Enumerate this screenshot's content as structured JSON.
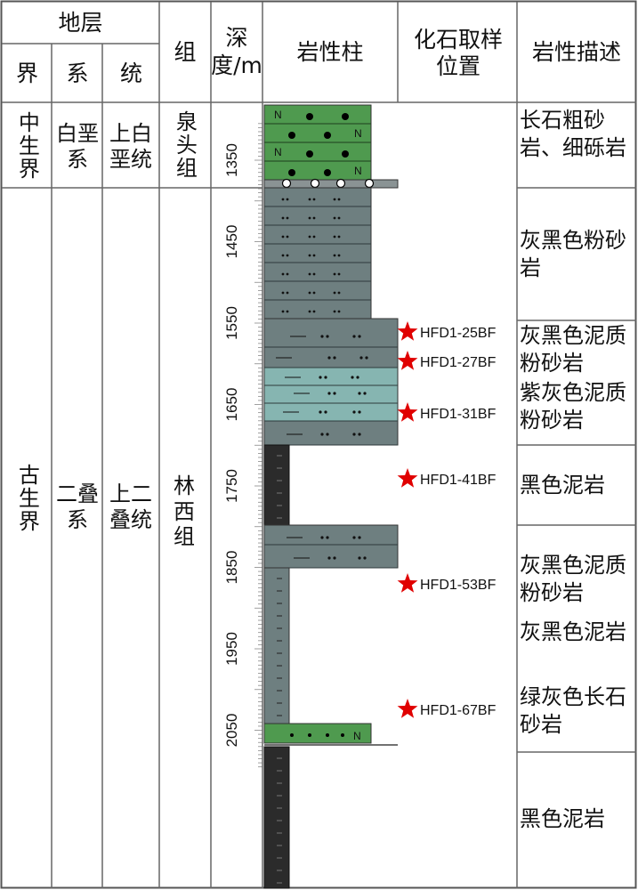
{
  "headers": {
    "stratum": "地层",
    "erathem": "界",
    "system": "系",
    "series": "统",
    "formation": "组",
    "depth": "深度/m",
    "column": "岩性柱",
    "sampling": "化石取样位置",
    "description": "岩性描述"
  },
  "strata": {
    "erathem_1": "中生界",
    "erathem_2": "古生界",
    "system_1": "白垩系",
    "system_2": "二叠系",
    "series_1": "上白垩统",
    "series_2": "上二叠统",
    "formation_1": "泉头组",
    "formation_2": "林西组"
  },
  "depth_ticks": [
    "1350",
    "1450",
    "1550",
    "1650",
    "1750",
    "1850",
    "1950",
    "2050"
  ],
  "samples": [
    {
      "label": "HFD1-25BF"
    },
    {
      "label": "HFD1-27BF"
    },
    {
      "label": "HFD1-31BF"
    },
    {
      "label": "HFD1-41BF"
    },
    {
      "label": "HFD1-53BF"
    },
    {
      "label": "HFD1-67BF"
    }
  ],
  "descriptions": [
    "长石粗砂岩、细砾岩",
    "灰黑色粉砂岩",
    "灰黑色泥质粉砂岩",
    "紫灰色泥质粉砂岩",
    "黑色泥岩",
    "灰黑色泥质粉砂岩",
    "灰黑色泥岩",
    "绿灰色长石砂岩",
    "黑色泥岩"
  ],
  "colors": {
    "green": "#4f9a4f",
    "gray": "#6e7f80",
    "light_teal": "#86b5b1",
    "dark": "#2b2b2b",
    "star": "#e00000"
  }
}
